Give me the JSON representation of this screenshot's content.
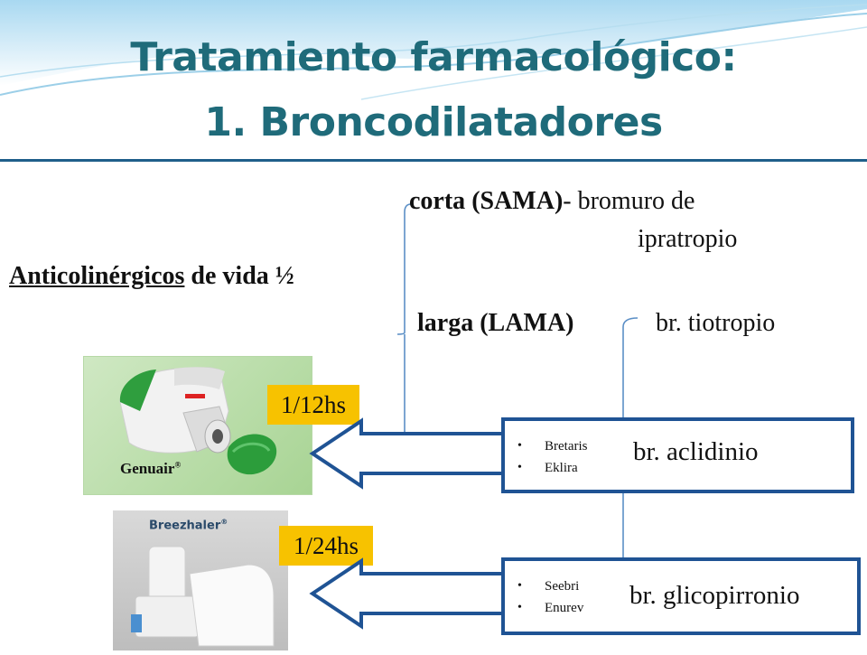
{
  "title": {
    "line1": "Tratamiento farmacológico:",
    "line2": "1. Broncodilatadores"
  },
  "anticolinergicos": {
    "word": "Anticolinérgicos",
    "suffix": " de vida ½"
  },
  "short": {
    "label": "corta",
    "abbr": "(SAMA)",
    "sep": "- bromuro de",
    "line2": "ipratropio"
  },
  "long": {
    "label": "larga",
    "abbr": "(LAMA)",
    "drug": "br. tiotropio"
  },
  "devices": [
    {
      "name": "Genuair",
      "mark": "®",
      "dose": "1/12hs",
      "drug": "br. aclidinio",
      "brands": [
        "Bretaris",
        "Eklira"
      ]
    },
    {
      "name": "Breezhaler",
      "mark": "®",
      "dose": "1/24hs",
      "drug": "br. glicopirronio",
      "brands": [
        "Seebri",
        "Enurev"
      ]
    }
  ],
  "colors": {
    "title": "#1f6b7a",
    "rule": "#1f5f8a",
    "box_border": "#1f5394",
    "dose_bg": "#f7c200",
    "bracket": "#5b8fc6"
  }
}
